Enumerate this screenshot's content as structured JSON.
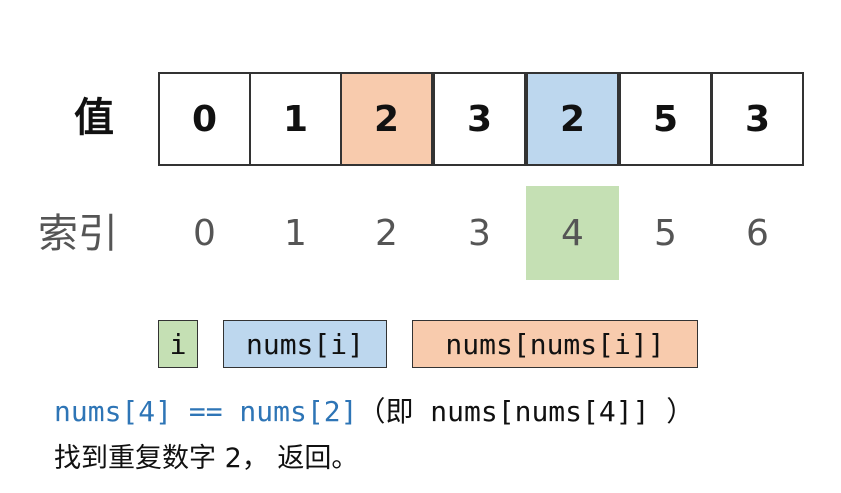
{
  "row_labels": {
    "value": "值",
    "index": "索引"
  },
  "values": [
    "0",
    "1",
    "2",
    "3",
    "2",
    "5",
    "3"
  ],
  "indices": [
    "0",
    "1",
    "2",
    "3",
    "4",
    "5",
    "6"
  ],
  "colors": {
    "index_highlight": "#c5e0b4",
    "nums_i": "#bdd7ee",
    "nums_nums_i": "#f8cbad",
    "code_blue": "#2e75b6",
    "border": "#333333"
  },
  "highlights": {
    "value_cells": {
      "2": "nums_nums_i",
      "4": "nums_i"
    },
    "index_cell": 4
  },
  "legend": [
    {
      "label": "i",
      "color_key": "index_highlight"
    },
    {
      "label": "nums[i]",
      "color_key": "nums_i"
    },
    {
      "label": "nums[nums[i]]",
      "color_key": "nums_nums_i"
    }
  ],
  "caption": {
    "line1_code": "nums[4] == nums[2]",
    "line1_rest": "（即 nums[nums[4]] ）",
    "line2": "找到重复数字 2， 返回。"
  }
}
